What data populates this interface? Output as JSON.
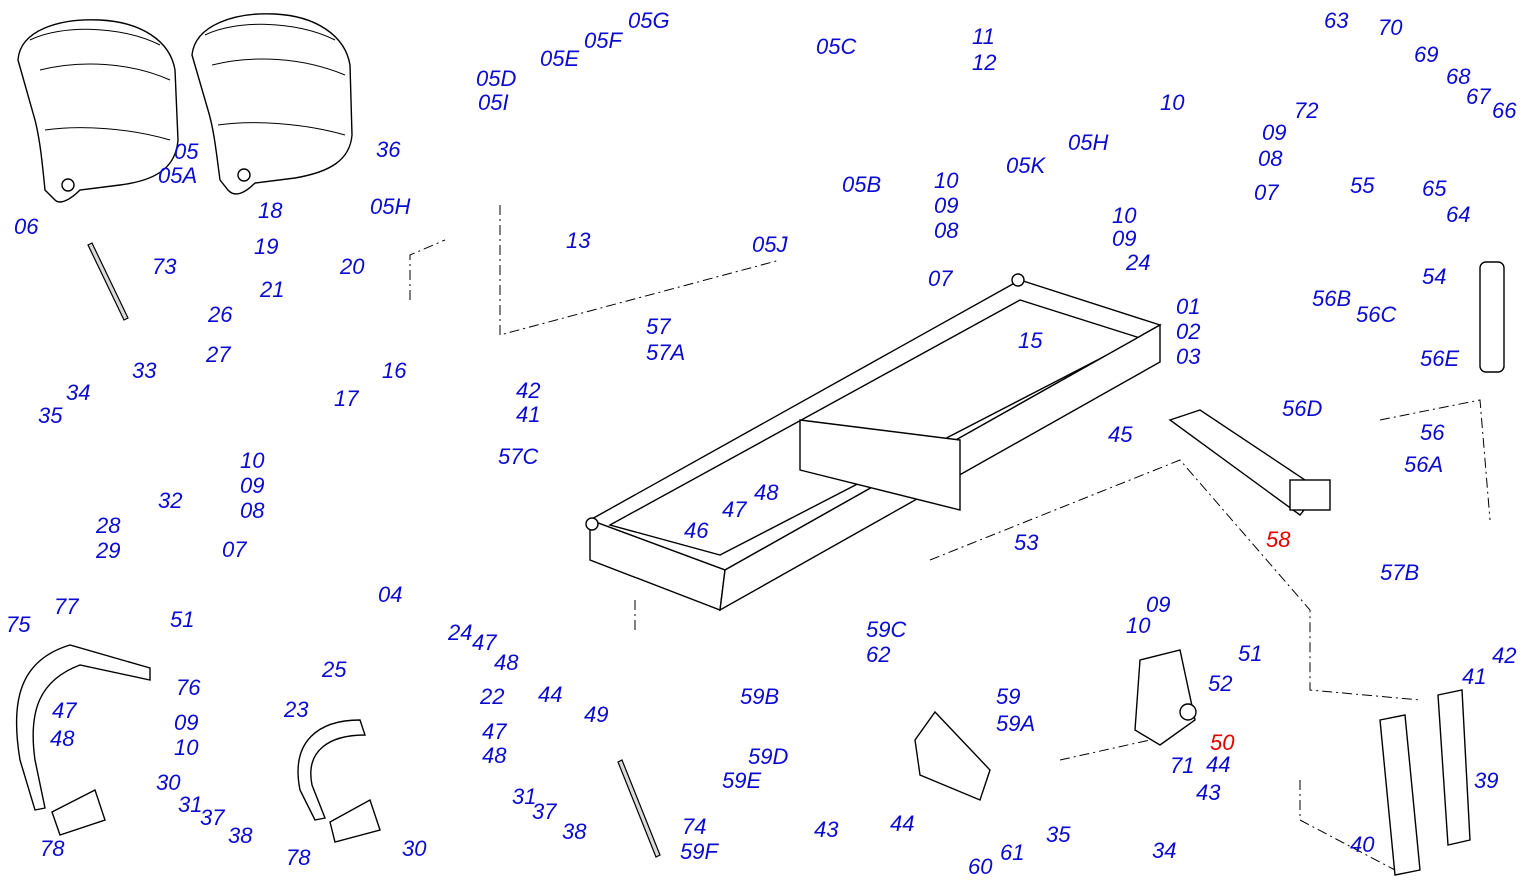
{
  "labels": {
    "l06": "06",
    "l05": "05",
    "l05A": "05A",
    "l05D": "05D",
    "l05I": "05I",
    "l05E": "05E",
    "l05F": "05F",
    "l05G": "05G",
    "l36": "36",
    "l05H_left": "05H",
    "l13": "13",
    "l05J": "05J",
    "l05C": "05C",
    "l05B": "05B",
    "l11": "11",
    "l12": "12",
    "l05H_right": "05H",
    "l05K": "05K",
    "l10_a": "10",
    "l09_a": "09",
    "l08_a": "08",
    "l07_a": "07",
    "l63": "63",
    "l70": "70",
    "l69": "69",
    "l68": "68",
    "l67": "67",
    "l66": "66",
    "l65": "65",
    "l64": "64",
    "l10_b": "10",
    "l09_b": "09",
    "l08_b": "08",
    "l07_b": "07",
    "l72": "72",
    "l55": "55",
    "l54": "54",
    "l18": "18",
    "l19": "19",
    "l20": "20",
    "l21": "21",
    "l73": "73",
    "l26": "26",
    "l27": "27",
    "l16": "16",
    "l17": "17",
    "l33": "33",
    "l34": "34",
    "l35_a": "35",
    "l32": "32",
    "l28": "28",
    "l29": "29",
    "l10_c": "10",
    "l09_c": "09",
    "l08_c": "08",
    "l07_c": "07",
    "l10_d": "10",
    "l09_d": "09",
    "l24_a": "24",
    "l15": "15",
    "l01": "01",
    "l02": "02",
    "l03": "03",
    "l57": "57",
    "l57A": "57A",
    "l42_a": "42",
    "l41_a": "41",
    "l57C": "57C",
    "l45": "45",
    "l56B": "56B",
    "l56C": "56C",
    "l56E": "56E",
    "l56D": "56D",
    "l56": "56",
    "l56A": "56A",
    "l58": "58",
    "l48_a": "48",
    "l47_a": "47",
    "l46": "46",
    "l53": "53",
    "l57B": "57B",
    "l09_e": "09",
    "l10_e": "10",
    "l51_a": "51",
    "l52": "52",
    "l50": "50",
    "l42_b": "42",
    "l41_b": "41",
    "l39": "39",
    "l40": "40",
    "l77": "77",
    "l51_b": "51",
    "l75": "75",
    "l76": "76",
    "l47_b": "47",
    "l09_f": "09",
    "l48_b": "48",
    "l10_f": "10",
    "l30_a": "30",
    "l31_a": "31",
    "l37_a": "37",
    "l38_a": "38",
    "l78_a": "78",
    "l04": "04",
    "l24_b": "24",
    "l47_c": "47",
    "l25": "25",
    "l48_c": "48",
    "l22": "22",
    "l23": "23",
    "l47_d": "47",
    "l48_d": "48",
    "l31_b": "31",
    "l37_b": "37",
    "l30_b": "30",
    "l38_b": "38",
    "l78_b": "78",
    "l44_a": "44",
    "l49": "49",
    "l74": "74",
    "l59F": "59F",
    "l59C": "59C",
    "l62": "62",
    "l59B": "59B",
    "l59": "59",
    "l59A": "59A",
    "l59D": "59D",
    "l59E": "59E",
    "l43_a": "43",
    "l44_b": "44",
    "l60": "60",
    "l61": "61",
    "l71": "71",
    "l44_c": "44",
    "l43_b": "43",
    "l35_b": "35",
    "l34_b": "34"
  },
  "colors": {
    "label": "#0a0ad0",
    "highlight": "#e00000",
    "line": "#000000",
    "background": "#ffffff"
  }
}
